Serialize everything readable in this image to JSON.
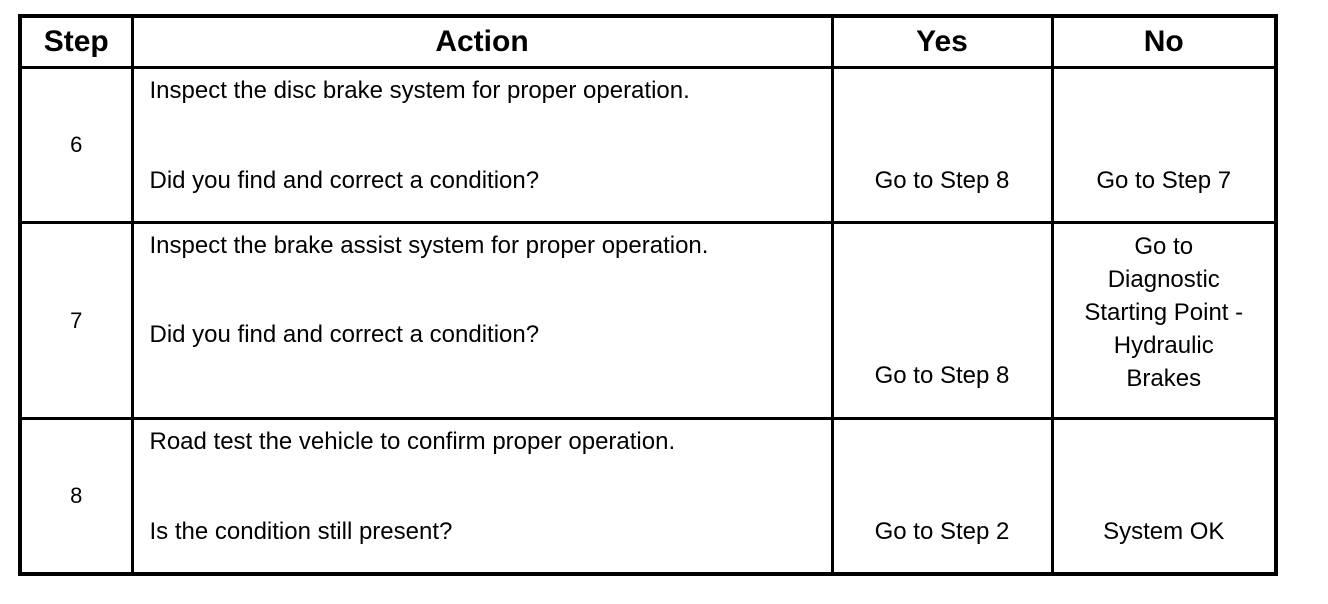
{
  "table": {
    "headers": {
      "step": "Step",
      "action": "Action",
      "yes": "Yes",
      "no": "No"
    },
    "rows": [
      {
        "step": "6",
        "action": "Inspect the disc brake system for proper operation.",
        "question": "Did you find and correct a condition?",
        "yes": "Go to Step 8",
        "no": "Go to Step 7"
      },
      {
        "step": "7",
        "action": "Inspect the brake assist system for proper operation.",
        "question": "Did you find and correct a condition?",
        "yes": "Go to Step 8",
        "no": "Go to\nDiagnostic\nStarting Point -\nHydraulic\nBrakes"
      },
      {
        "step": "8",
        "action": "Road test the vehicle to confirm proper operation.",
        "question": "Is the condition still present?",
        "yes": "Go to Step 2",
        "no": "System OK"
      }
    ]
  }
}
